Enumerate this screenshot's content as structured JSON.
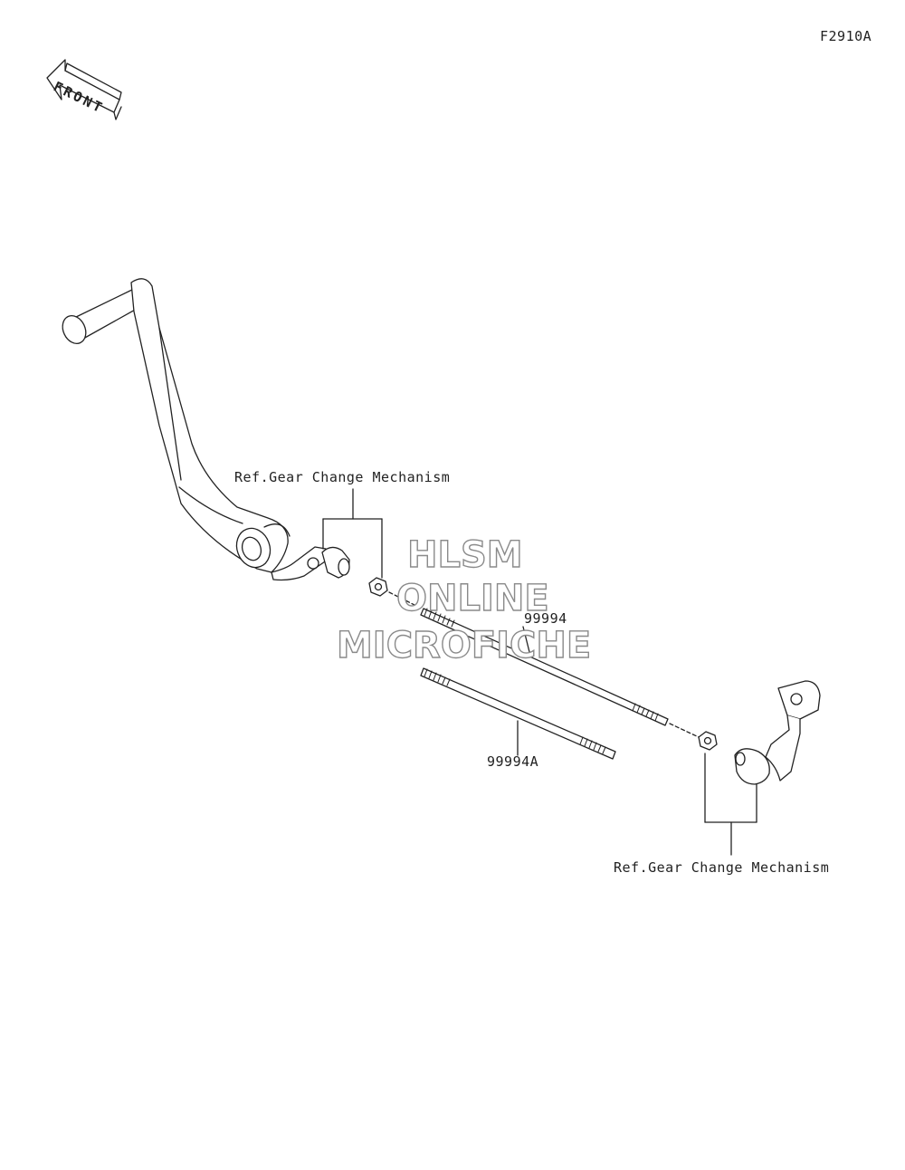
{
  "diagram_code": "F2910A",
  "front_arrow_text": "FRONT",
  "reference_top": "Ref.Gear Change Mechanism",
  "reference_bottom": "Ref.Gear Change Mechanism",
  "parts": [
    {
      "callout": "99994"
    },
    {
      "callout": "99994A"
    }
  ],
  "watermark": {
    "line1": "HLSM",
    "line2": "ONLINE",
    "line3": "MICROFICHE"
  }
}
